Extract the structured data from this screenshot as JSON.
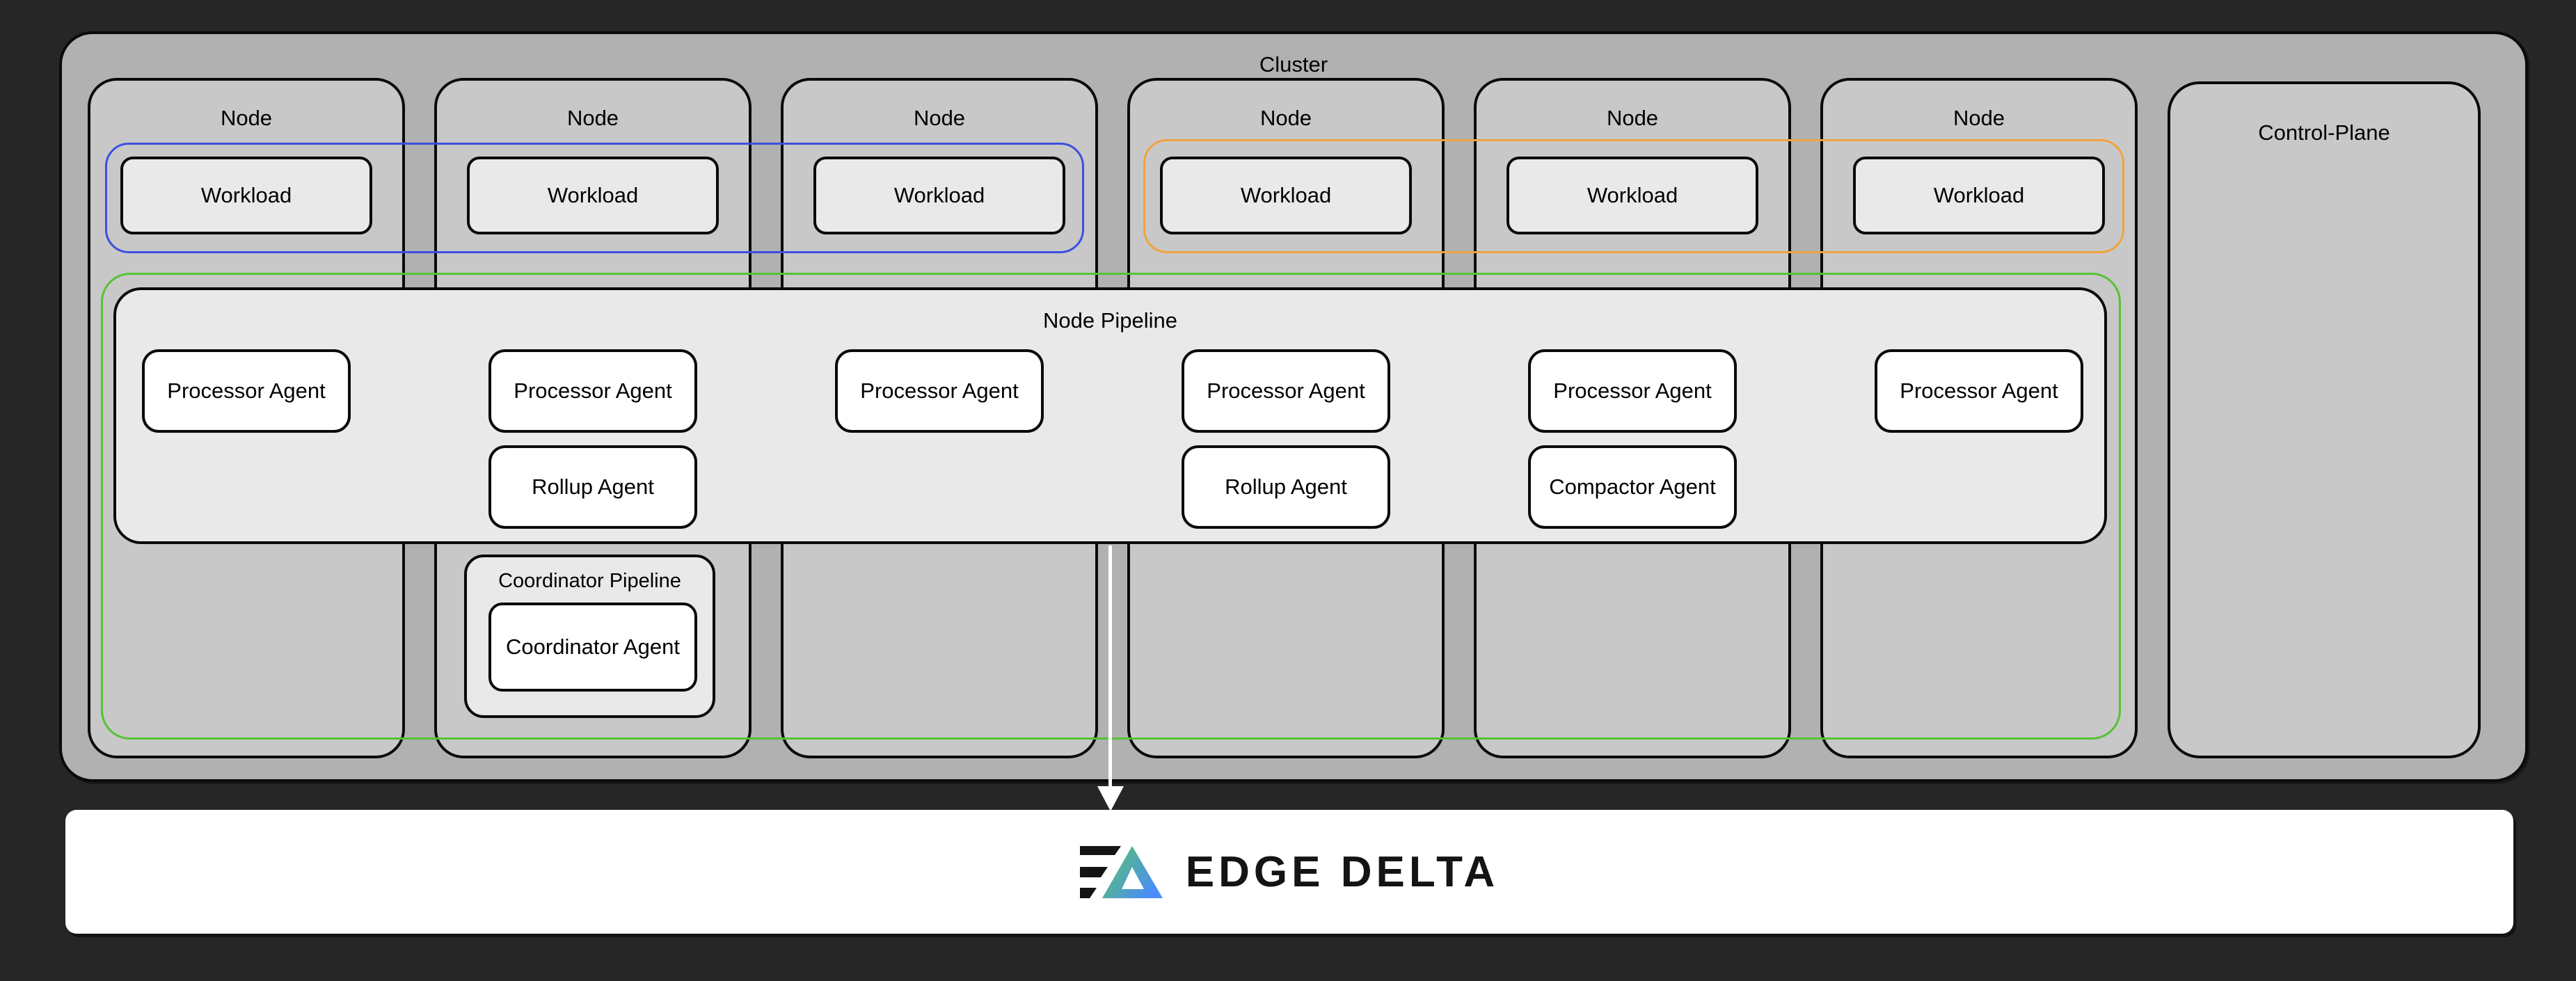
{
  "cluster": {
    "label": "Cluster"
  },
  "nodes": [
    {
      "label": "Node",
      "workload": "Workload"
    },
    {
      "label": "Node",
      "workload": "Workload"
    },
    {
      "label": "Node",
      "workload": "Workload"
    },
    {
      "label": "Node",
      "workload": "Workload"
    },
    {
      "label": "Node",
      "workload": "Workload"
    },
    {
      "label": "Node",
      "workload": "Workload"
    }
  ],
  "control_plane": {
    "label": "Control-Plane"
  },
  "node_pipeline": {
    "label": "Node Pipeline",
    "processor_agents": [
      "Processor Agent",
      "Processor Agent",
      "Processor Agent",
      "Processor Agent",
      "Processor Agent",
      "Processor Agent"
    ],
    "rollup_agents": [
      "Rollup Agent",
      "Rollup Agent"
    ],
    "compactor_agent": "Compactor Agent"
  },
  "coordinator_pipeline": {
    "label": "Coordinator Pipeline",
    "agent": "Coordinator Agent"
  },
  "footer": {
    "brand": "EDGE DELTA",
    "logo_icon": "edge-delta-triangle-logo"
  },
  "colors": {
    "background": "#262626",
    "cluster_fill": "#b1b1b1",
    "node_fill": "#c8c8c8",
    "panel_fill": "#e9e9e9",
    "agent_fill": "#ffffff",
    "box_outline": "#0a0a0a",
    "workload_group_blue": "#3d4fe1",
    "workload_group_orange": "#f2a23c",
    "pipeline_group_green": "#55c234",
    "logo_green": "#58ca5f",
    "logo_blue": "#4b8cf9",
    "arrow": "#ffffff"
  }
}
